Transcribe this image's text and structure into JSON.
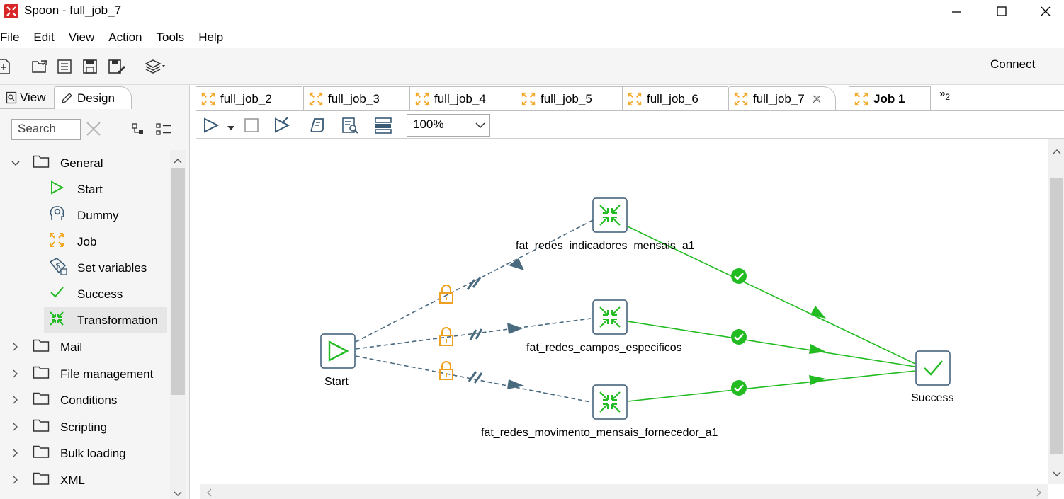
{
  "window": {
    "title": "Spoon - full_job_7"
  },
  "menu": [
    "File",
    "Edit",
    "View",
    "Action",
    "Tools",
    "Help"
  ],
  "toolbar": {
    "connect_label": "Connect"
  },
  "left_panel": {
    "view_tab": "View",
    "design_tab": "Design",
    "search_placeholder": "Search",
    "tree": [
      {
        "label": "General",
        "type": "folder",
        "expanded": true
      },
      {
        "label": "Start",
        "type": "leaf",
        "icon": "start-icon"
      },
      {
        "label": "Dummy",
        "type": "leaf",
        "icon": "dummy-icon"
      },
      {
        "label": "Job",
        "type": "leaf",
        "icon": "job-icon"
      },
      {
        "label": "Set variables",
        "type": "leaf",
        "icon": "set-variables-icon"
      },
      {
        "label": "Success",
        "type": "leaf",
        "icon": "success-icon"
      },
      {
        "label": "Transformation",
        "type": "leaf",
        "icon": "transformation-icon",
        "selected": true
      },
      {
        "label": "Mail",
        "type": "folder",
        "expanded": false
      },
      {
        "label": "File management",
        "type": "folder",
        "expanded": false
      },
      {
        "label": "Conditions",
        "type": "folder",
        "expanded": false
      },
      {
        "label": "Scripting",
        "type": "folder",
        "expanded": false
      },
      {
        "label": "Bulk loading",
        "type": "folder",
        "expanded": false
      },
      {
        "label": "XML",
        "type": "folder",
        "expanded": false
      }
    ]
  },
  "job_tabs": [
    {
      "label": "full_job_2",
      "active": false
    },
    {
      "label": "full_job_3",
      "active": false
    },
    {
      "label": "full_job_4",
      "active": false
    },
    {
      "label": "full_job_5",
      "active": false
    },
    {
      "label": "full_job_6",
      "active": false
    },
    {
      "label": "full_job_7",
      "active": true,
      "closable": true
    },
    {
      "label": "Job 1",
      "active": false,
      "bold": true
    }
  ],
  "tab_overflow_count": "2",
  "canvas_toolbar": {
    "zoom": "100%"
  },
  "canvas": {
    "nodes": {
      "start": "Start",
      "t1": "fat_redes_indicadores_mensais_a1",
      "t2": "fat_redes_campos_especificos",
      "t3": "fat_redes_movimento_mensais_fornecedor_a1",
      "success": "Success"
    }
  },
  "colors": {
    "accent_green": "#22bb22",
    "hop_dashed": "#4a6a80",
    "lock_orange": "#f0a020",
    "node_border": "#3a5a75",
    "job_icon_orange": "#f5a623"
  }
}
